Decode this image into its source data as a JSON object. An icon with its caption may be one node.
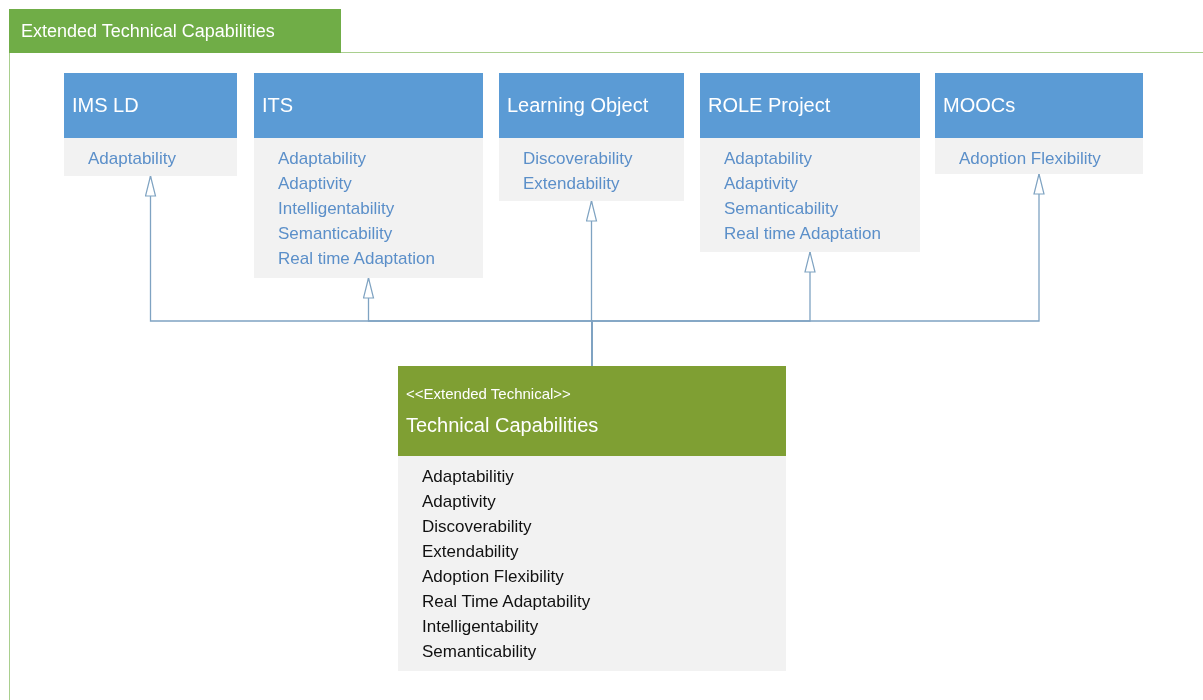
{
  "diagram": {
    "nodes": [
      {
        "text": [
          "Extended Technical Capabilities"
        ]
      },
      {
        "text": [
          "IMS LD",
          "Adaptability"
        ],
        "in": 0
      },
      {
        "text": [
          "ITS",
          "Adaptability",
          "Adaptivity",
          "Intelligentability",
          "Semanticability",
          "Real time Adaptation"
        ],
        "in": 0
      },
      {
        "text": [
          "Learning Object",
          "Discoverability",
          "Extendability"
        ],
        "in": 0
      },
      {
        "text": [
          "ROLE Project",
          "Adaptability",
          "Adaptivity",
          "Semanticability",
          "Real time Adaptation"
        ],
        "in": 0
      },
      {
        "text": [
          "MOOCs",
          "Adoption Flexibility"
        ],
        "in": 0
      },
      {
        "text": [
          "<<Extended Technical>>",
          "Technical Capabilities",
          "Adaptabilitiy",
          "Adaptivity",
          "Discoverability",
          "Extendability",
          "Adoption Flexibility",
          "Real Time Adaptability",
          "Intelligentability",
          "Semanticability"
        ],
        "in": 0
      }
    ],
    "edges": [
      {
        "from": 6,
        "to": 1,
        "arrow": "to"
      },
      {
        "from": 6,
        "to": 2,
        "arrow": "to"
      },
      {
        "from": 6,
        "to": 3,
        "arrow": "to"
      },
      {
        "from": 6,
        "to": 4,
        "arrow": "to"
      },
      {
        "from": 6,
        "to": 5,
        "arrow": "to"
      }
    ]
  }
}
